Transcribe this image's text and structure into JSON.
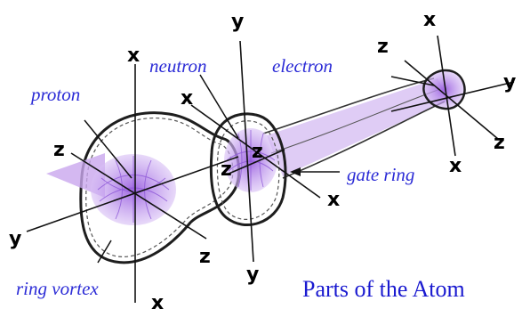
{
  "title": "Parts of the Atom",
  "labels": {
    "proton": "proton",
    "neutron": "neutron",
    "electron": "electron",
    "gate_ring": "gate ring",
    "ring_vortex": "ring vortex"
  },
  "axes": {
    "x": "x",
    "y": "y",
    "z": "z"
  },
  "colors": {
    "label_text": "#2b2bd6",
    "title_text": "#1a1ad0",
    "fill_purple": "#b98ee8",
    "outline": "#222222"
  }
}
